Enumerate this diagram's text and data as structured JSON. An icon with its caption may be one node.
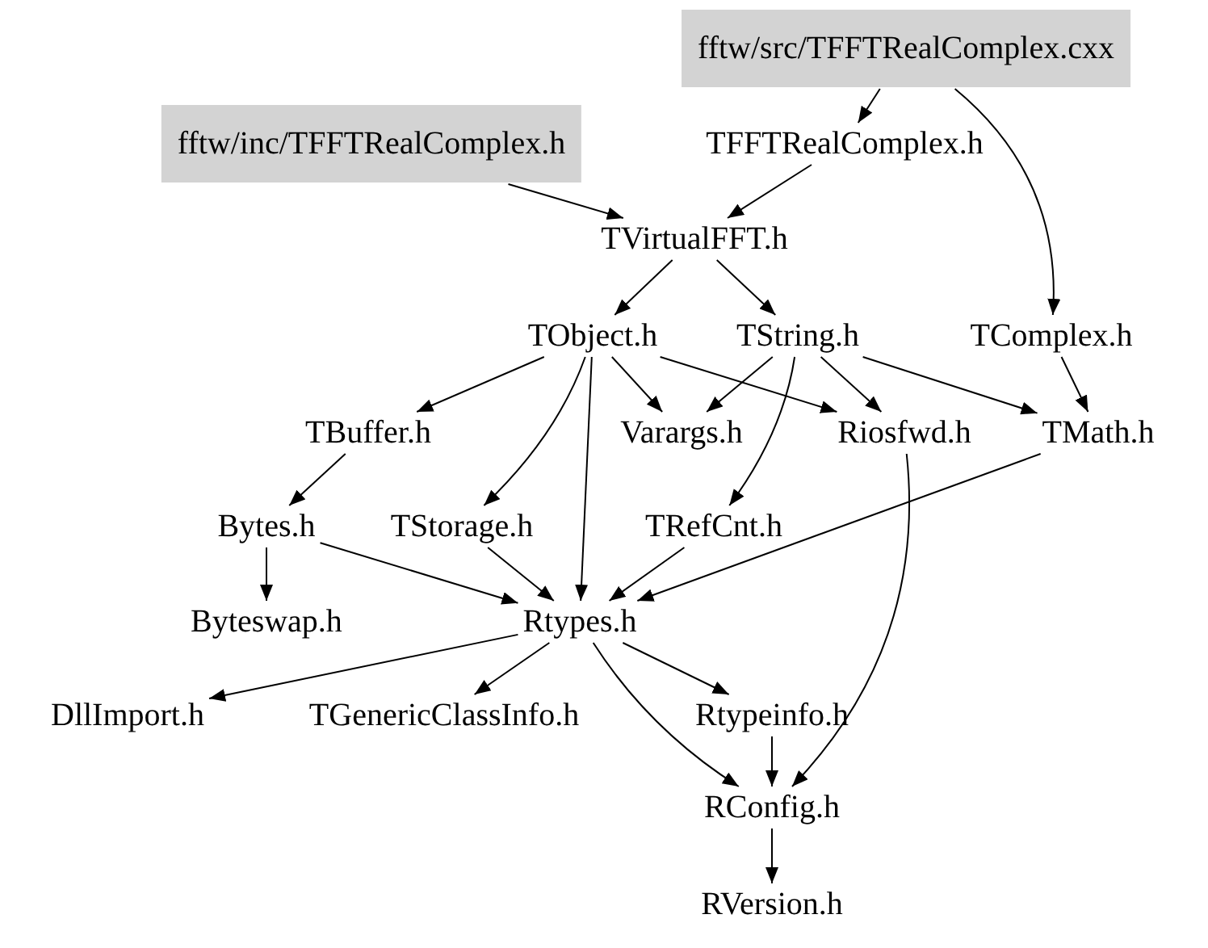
{
  "diagram": {
    "nodes": [
      {
        "text": [
          "fftw/src/TFFTRealComplex.cxx"
        ]
      },
      {
        "text": [
          "fftw/inc/TFFTRealComplex.h"
        ]
      },
      {
        "text": [
          "TFFTRealComplex.h"
        ]
      },
      {
        "text": [
          "TVirtualFFT.h"
        ]
      },
      {
        "text": [
          "TObject.h"
        ]
      },
      {
        "text": [
          "TString.h"
        ]
      },
      {
        "text": [
          "TComplex.h"
        ]
      },
      {
        "text": [
          "TBuffer.h"
        ]
      },
      {
        "text": [
          "Varargs.h"
        ]
      },
      {
        "text": [
          "Riosfwd.h"
        ]
      },
      {
        "text": [
          "TMath.h"
        ]
      },
      {
        "text": [
          "Bytes.h"
        ]
      },
      {
        "text": [
          "TStorage.h"
        ]
      },
      {
        "text": [
          "TRefCnt.h"
        ]
      },
      {
        "text": [
          "Byteswap.h"
        ]
      },
      {
        "text": [
          "Rtypes.h"
        ]
      },
      {
        "text": [
          "DllImport.h"
        ]
      },
      {
        "text": [
          "TGenericClassInfo.h"
        ]
      },
      {
        "text": [
          "Rtypeinfo.h"
        ]
      },
      {
        "text": [
          "RConfig.h"
        ]
      },
      {
        "text": [
          "RVersion.h"
        ]
      }
    ],
    "edges": [
      {
        "from": 0,
        "to": 2,
        "arrow": "to"
      },
      {
        "from": 0,
        "to": 6,
        "arrow": "to"
      },
      {
        "from": 1,
        "to": 3,
        "arrow": "to"
      },
      {
        "from": 2,
        "to": 3,
        "arrow": "to"
      },
      {
        "from": 3,
        "to": 4,
        "arrow": "to"
      },
      {
        "from": 3,
        "to": 5,
        "arrow": "to"
      },
      {
        "from": 4,
        "to": 7,
        "arrow": "to"
      },
      {
        "from": 4,
        "to": 8,
        "arrow": "to"
      },
      {
        "from": 4,
        "to": 9,
        "arrow": "to"
      },
      {
        "from": 4,
        "to": 12,
        "arrow": "to"
      },
      {
        "from": 4,
        "to": 15,
        "arrow": "to"
      },
      {
        "from": 5,
        "to": 8,
        "arrow": "to"
      },
      {
        "from": 5,
        "to": 9,
        "arrow": "to"
      },
      {
        "from": 5,
        "to": 10,
        "arrow": "to"
      },
      {
        "from": 5,
        "to": 13,
        "arrow": "to"
      },
      {
        "from": 6,
        "to": 10,
        "arrow": "to"
      },
      {
        "from": 7,
        "to": 11,
        "arrow": "to"
      },
      {
        "from": 11,
        "to": 14,
        "arrow": "to"
      },
      {
        "from": 11,
        "to": 15,
        "arrow": "to"
      },
      {
        "from": 12,
        "to": 15,
        "arrow": "to"
      },
      {
        "from": 13,
        "to": 15,
        "arrow": "to"
      },
      {
        "from": 10,
        "to": 15,
        "arrow": "to"
      },
      {
        "from": 9,
        "to": 19,
        "arrow": "to"
      },
      {
        "from": 15,
        "to": 16,
        "arrow": "to"
      },
      {
        "from": 15,
        "to": 17,
        "arrow": "to"
      },
      {
        "from": 15,
        "to": 18,
        "arrow": "to"
      },
      {
        "from": 15,
        "to": 19,
        "arrow": "to"
      },
      {
        "from": 18,
        "to": 19,
        "arrow": "to"
      },
      {
        "from": 19,
        "to": 20,
        "arrow": "to"
      }
    ]
  }
}
